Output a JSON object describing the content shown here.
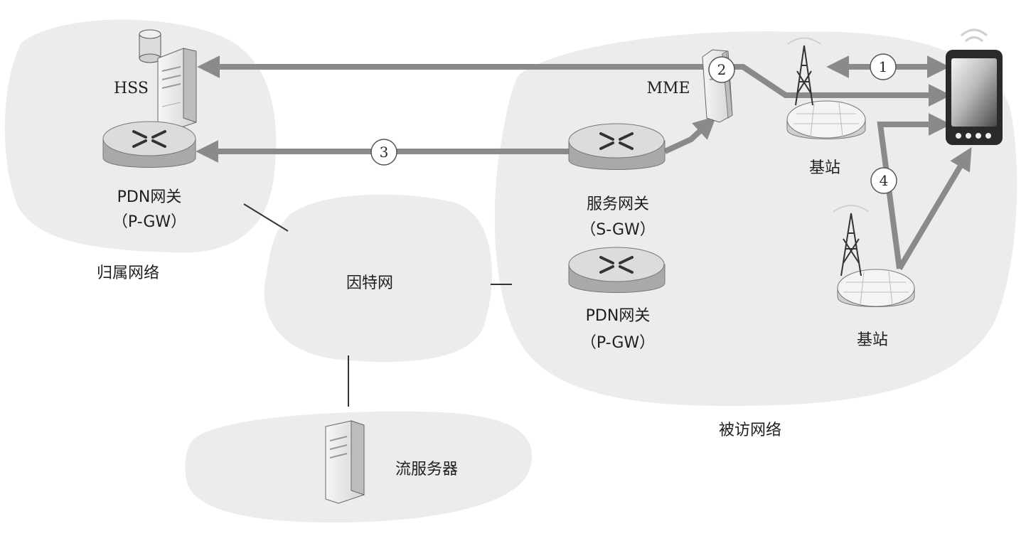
{
  "labels": {
    "hss": "HSS",
    "home_pgw_name": "PDN网关",
    "home_pgw_abbr": "（P-GW）",
    "home_network": "归属网络",
    "internet": "因特网",
    "streaming_server": "流服务器",
    "mme": "MME",
    "sgw_name": "服务网关",
    "sgw_abbr": "（S-GW）",
    "visited_pgw_name": "PDN网关",
    "visited_pgw_abbr": "（P-GW）",
    "base_station_1": "基站",
    "base_station_2": "基站",
    "visited_network": "被访网络"
  },
  "steps": [
    "1",
    "2",
    "3",
    "4"
  ],
  "colors": {
    "cloud": "#ececec",
    "arrow": "#8a8a8a",
    "line": "#333333",
    "router_top": "#dcdcdc",
    "router_side": "#a9a9a9"
  }
}
